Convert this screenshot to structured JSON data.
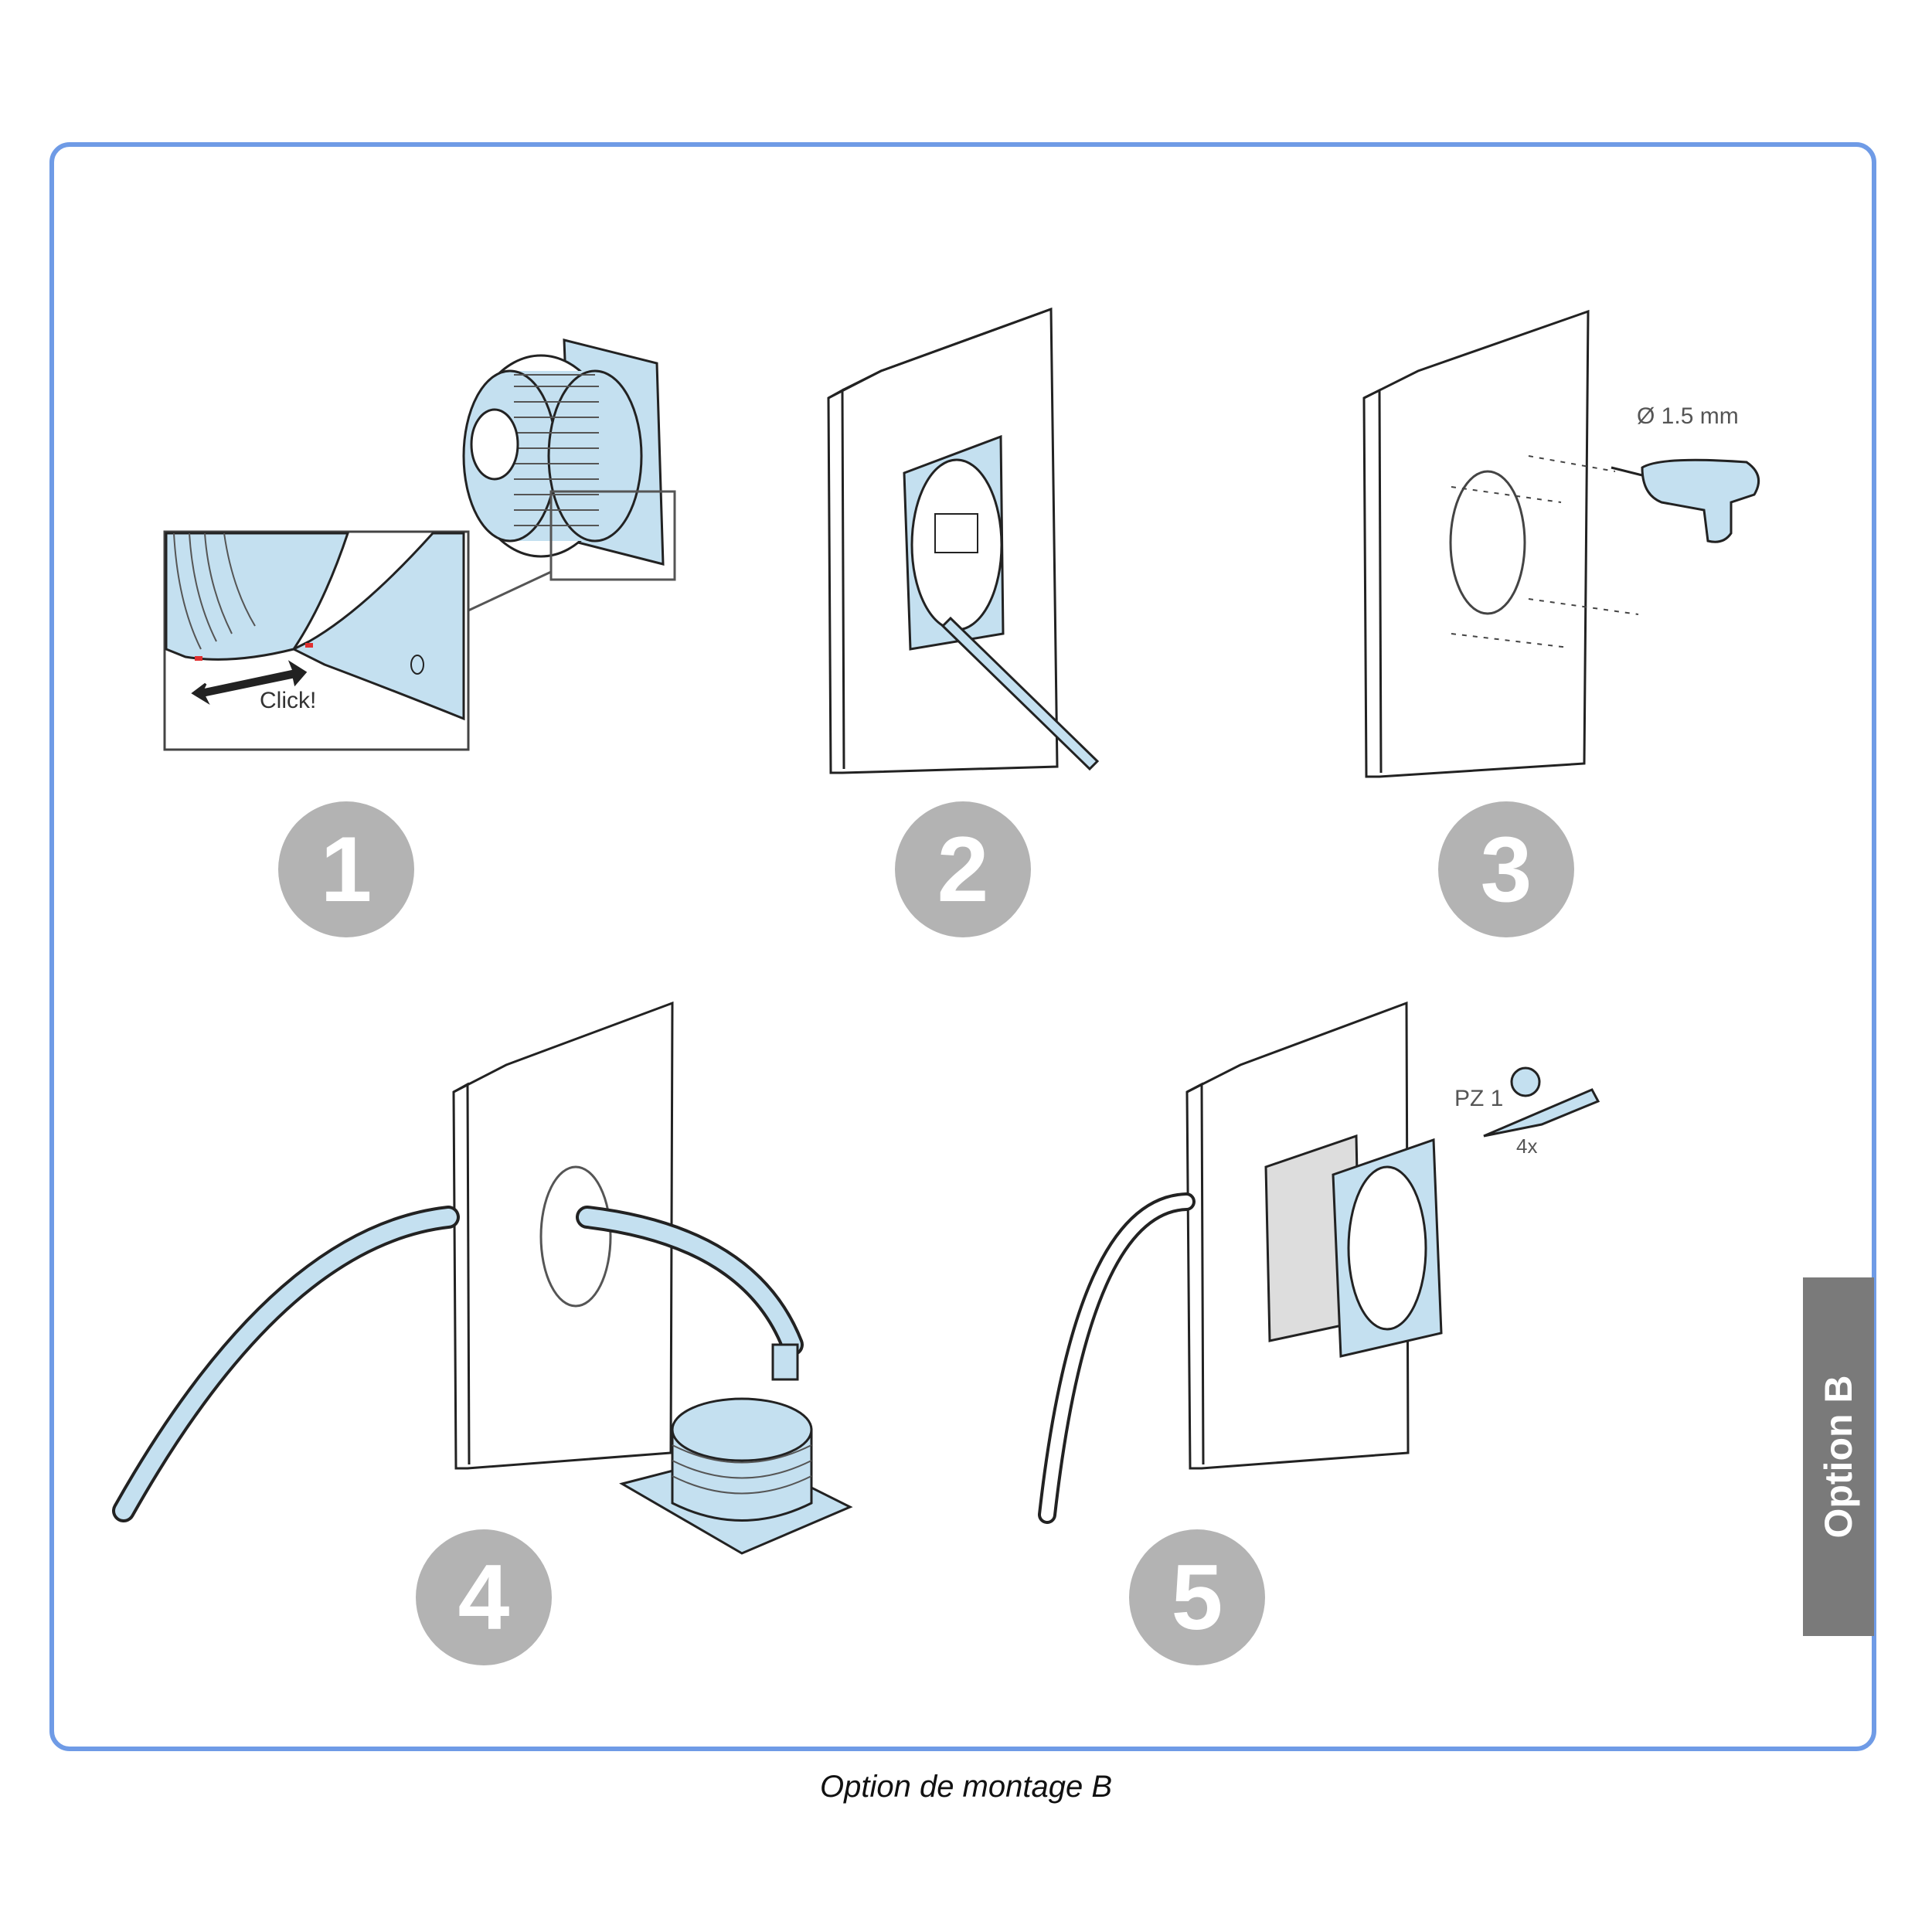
{
  "figure": {
    "caption": "Option de montage B",
    "side_tab": "Option B",
    "accent_color": "#6f9be6",
    "part_color": "#c4e0f0",
    "steps": [
      {
        "number": "1",
        "callout": "Click!"
      },
      {
        "number": "2"
      },
      {
        "number": "3",
        "callout": "Ø 1.5 mm"
      },
      {
        "number": "4"
      },
      {
        "number": "5",
        "callout": "PZ 1",
        "quantity": "4x"
      }
    ]
  }
}
